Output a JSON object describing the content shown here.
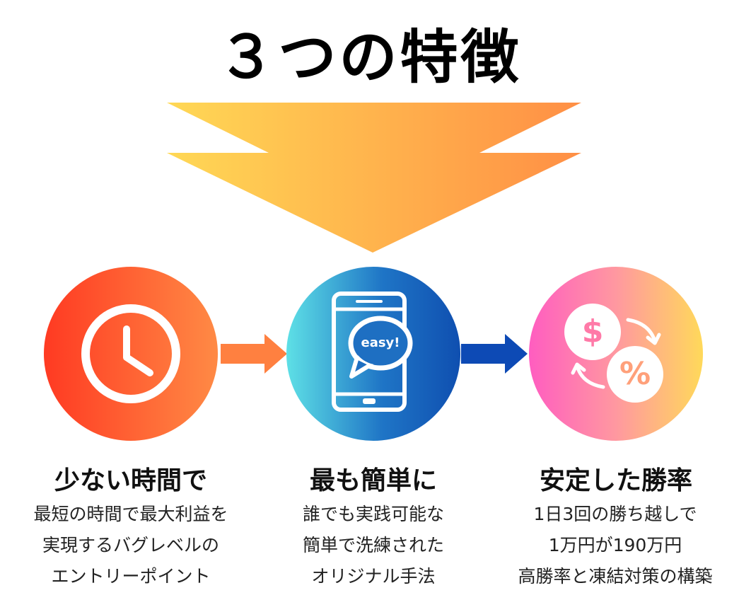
{
  "title": "３つの特徴",
  "colors": {
    "arrow_start": "#ffd855",
    "arrow_end": "#ff8f45",
    "connector1": "#ff8040",
    "connector2": "#0d4ab5"
  },
  "features": [
    {
      "heading": "少ない時間で",
      "icon": "clock-icon",
      "lines": [
        "最短の時間で最大利益を",
        "実現するバグレベルの",
        "エントリーポイント"
      ]
    },
    {
      "heading": "最も簡単に",
      "icon": "smartphone-easy-icon",
      "badge": "easy!",
      "lines": [
        "誰でも実践可能な",
        "簡単で洗練された",
        "オリジナル手法"
      ]
    },
    {
      "heading": "安定した勝率",
      "icon": "currency-exchange-icon",
      "badge_dollar": "$",
      "badge_percent": "%",
      "lines": [
        "1日3回の勝ち越しで",
        "1万円が190万円",
        "高勝率と凍結対策の構築"
      ]
    }
  ]
}
